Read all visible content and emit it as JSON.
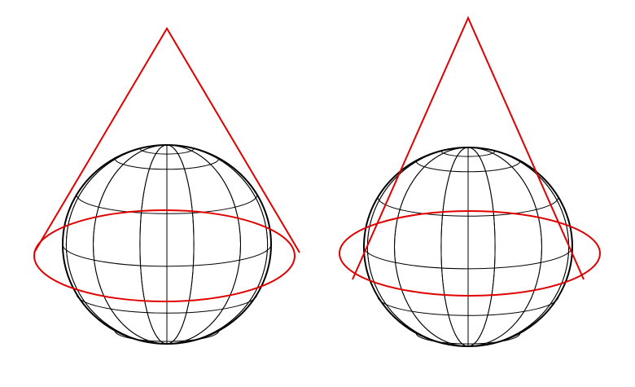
{
  "colors": {
    "globe_lines": "#000000",
    "cone_lines": "#e00000",
    "background": "#ffffff"
  },
  "figures": [
    {
      "id": "left",
      "description_type": "cone-tangent-to-globe",
      "meridian_count": 12,
      "parallel_count": 6
    },
    {
      "id": "right",
      "description_type": "cone-secant-to-globe",
      "meridian_count": 12,
      "parallel_count": 6
    }
  ]
}
